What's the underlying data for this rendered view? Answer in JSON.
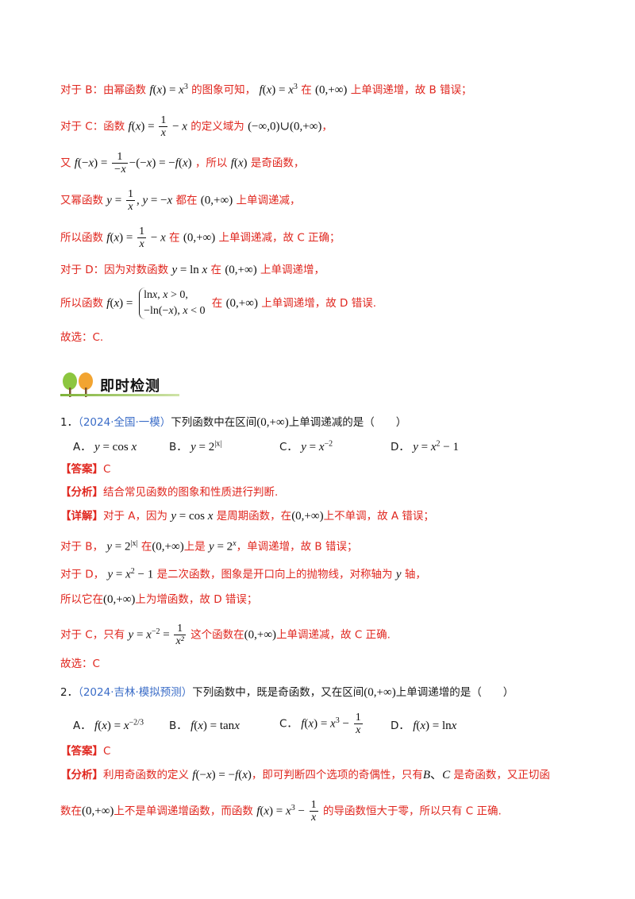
{
  "lines": {
    "b_prefix": "对于 B：由幂函数",
    "b_mid": "的图象可知，",
    "b_in": "在",
    "b_suffix": "上单调递增，故 B 错误；",
    "c1_prefix": "对于 C：函数",
    "c1_mid": "的定义域为",
    "c1_end": "，",
    "c2_prefix": "又",
    "c2_mid": "，所以",
    "c2_suffix": "是奇函数，",
    "c3_prefix": "又幂函数",
    "c3_mid": "都在",
    "c3_suffix": "上单调递减，",
    "c4_prefix": "所以函数",
    "c4_in": "在",
    "c4_suffix": "上单调递减，故 C 正确；",
    "d1_prefix": "对于 D：因为对数函数",
    "d1_in": "在",
    "d1_suffix": "上单调递增，",
    "d2_prefix": "所以函数",
    "d2_in": "在",
    "d2_suffix": "上单调递增，故 D 错误.",
    "choose": "故选：C."
  },
  "section_title": "即时检测",
  "q1": {
    "num": "1．",
    "source": "（2024·全国·一模）",
    "stem_a": "下列函数中在区间",
    "stem_b": "上单调递减的是（　　）",
    "options": [
      "A．",
      "B．",
      "C．",
      "D．"
    ],
    "answer_tag": "【答案】",
    "answer": "C",
    "analysis_tag": "【分析】",
    "analysis": "结合常见函数的图象和性质进行判断.",
    "detail_tag": "【详解】",
    "detail_a1": "对于 A，因为",
    "detail_a2": "是周期函数，在",
    "detail_a3": "上不单调，故 A 错误；",
    "b1": "对于 B，",
    "b2": "在",
    "b3": "上是",
    "b4": "，单调递增，故 B 错误；",
    "d1": "对于 D，",
    "d2": "是二次函数，图象是开口向上的抛物线，对称轴为",
    "d3": "轴，",
    "d4": "所以它在",
    "d5": "上为增函数，故 D 错误；",
    "c1": "对于 C，只有",
    "c2": "这个函数在",
    "c3": "上单调递减，故 C 正确.",
    "choose": "故选：C"
  },
  "q2": {
    "num": "2．",
    "source": "（2024·吉林·模拟预测）",
    "stem_a": "下列函数中，既是奇函数，又在区间",
    "stem_b": "上单调递增的是（　　）",
    "options": [
      "A．",
      "B．",
      "C．",
      "D．"
    ],
    "answer_tag": "【答案】",
    "answer": "C",
    "analysis_tag": "【分析】",
    "an1": "利用奇函数的定义",
    "an2": "，即可判断四个选项的奇偶性，只有",
    "an3": "是奇函数，又正切函",
    "an4": "数在",
    "an5": "上不是单调递增函数，而函数",
    "an6": "的导函数恒大于零，所以只有 C 正确."
  },
  "colors": {
    "red": "#e0271f",
    "blue": "#3a6cc7",
    "banner_green": "#7fb339"
  }
}
